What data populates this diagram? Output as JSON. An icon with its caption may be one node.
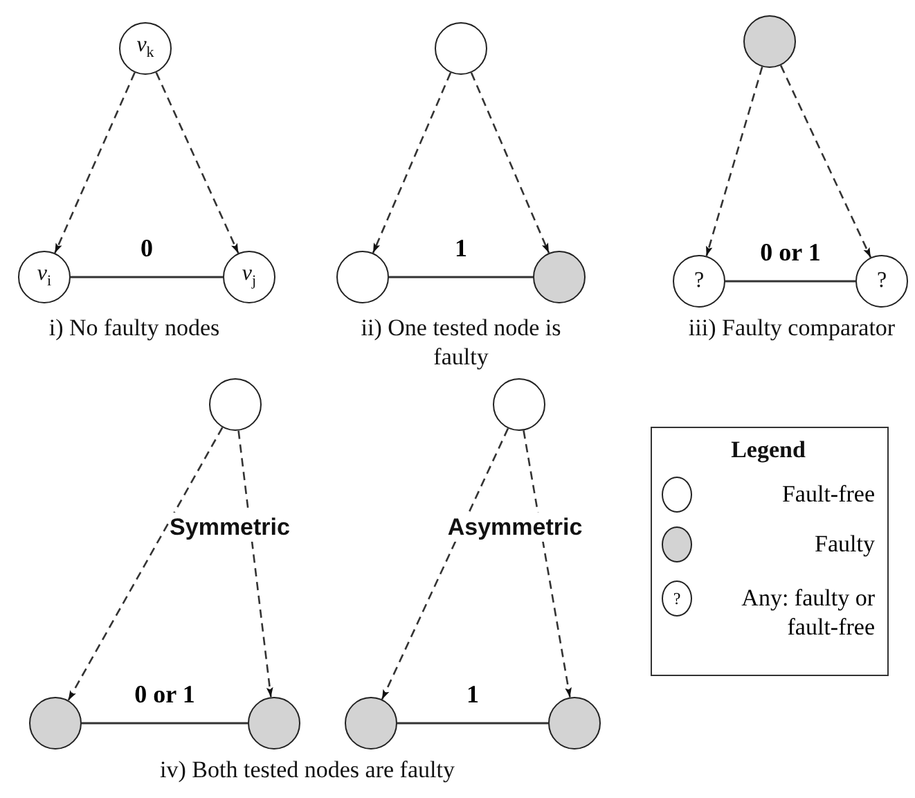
{
  "diagram": {
    "nodes": [
      {
        "text": [
          "*v*$_{k}$"
        ]
      },
      {
        "text": [
          "*v*$_{i}$"
        ]
      },
      {
        "text": [
          "*v*$_{j}$"
        ]
      },
      {
        "text": [],
        "shape": "circle"
      },
      {
        "text": [],
        "shape": "circle"
      },
      {
        "text": [],
        "shape": "circle"
      },
      {
        "text": [],
        "shape": "circle"
      },
      {
        "text": [
          "?"
        ]
      },
      {
        "text": [
          "?"
        ]
      },
      {
        "text": [],
        "shape": "circle"
      },
      {
        "text": [],
        "shape": "circle"
      },
      {
        "text": [],
        "shape": "circle"
      },
      {
        "text": [],
        "shape": "circle"
      },
      {
        "text": [],
        "shape": "circle"
      },
      {
        "text": [],
        "shape": "circle"
      }
    ],
    "edges": [
      {
        "from": 0,
        "to": 1,
        "arrow": "to",
        "style": "dashed"
      },
      {
        "from": 0,
        "to": 2,
        "arrow": "to",
        "style": "dashed"
      },
      {
        "from": 1,
        "to": 2,
        "arrow": "none",
        "label": "0"
      },
      {
        "from": 3,
        "to": 4,
        "arrow": "to",
        "style": "dashed"
      },
      {
        "from": 3,
        "to": 5,
        "arrow": "to",
        "style": "dashed"
      },
      {
        "from": 4,
        "to": 5,
        "arrow": "none",
        "label": "1"
      },
      {
        "from": 6,
        "to": 7,
        "arrow": "to",
        "style": "dashed"
      },
      {
        "from": 6,
        "to": 8,
        "arrow": "to",
        "style": "dashed"
      },
      {
        "from": 7,
        "to": 8,
        "arrow": "none",
        "label": "0 or 1"
      },
      {
        "from": 9,
        "to": 11,
        "arrow": "to",
        "style": "dashed"
      },
      {
        "from": 9,
        "to": 12,
        "arrow": "to",
        "style": "dashed"
      },
      {
        "from": 11,
        "to": 12,
        "arrow": "none",
        "label": "0 or 1"
      },
      {
        "from": 10,
        "to": 13,
        "arrow": "to",
        "style": "dashed"
      },
      {
        "from": 10,
        "to": 14,
        "arrow": "to",
        "style": "dashed"
      },
      {
        "from": 13,
        "to": 14,
        "arrow": "none",
        "label": "1"
      }
    ],
    "labels": [
      "i) No faulty nodes",
      "ii) One tested node is faulty",
      "iii) Faulty comparator",
      "Legend",
      "Symmetric",
      "Asymmetric",
      "?",
      "iv) Both tested nodes are faulty"
    ],
    "legend": [
      {
        "text": "Fault-free",
        "color": "#ffffff"
      },
      {
        "text": "Faulty",
        "color": "#d3d3d3"
      },
      {
        "text": "Any: faulty or fault-free"
      }
    ]
  }
}
